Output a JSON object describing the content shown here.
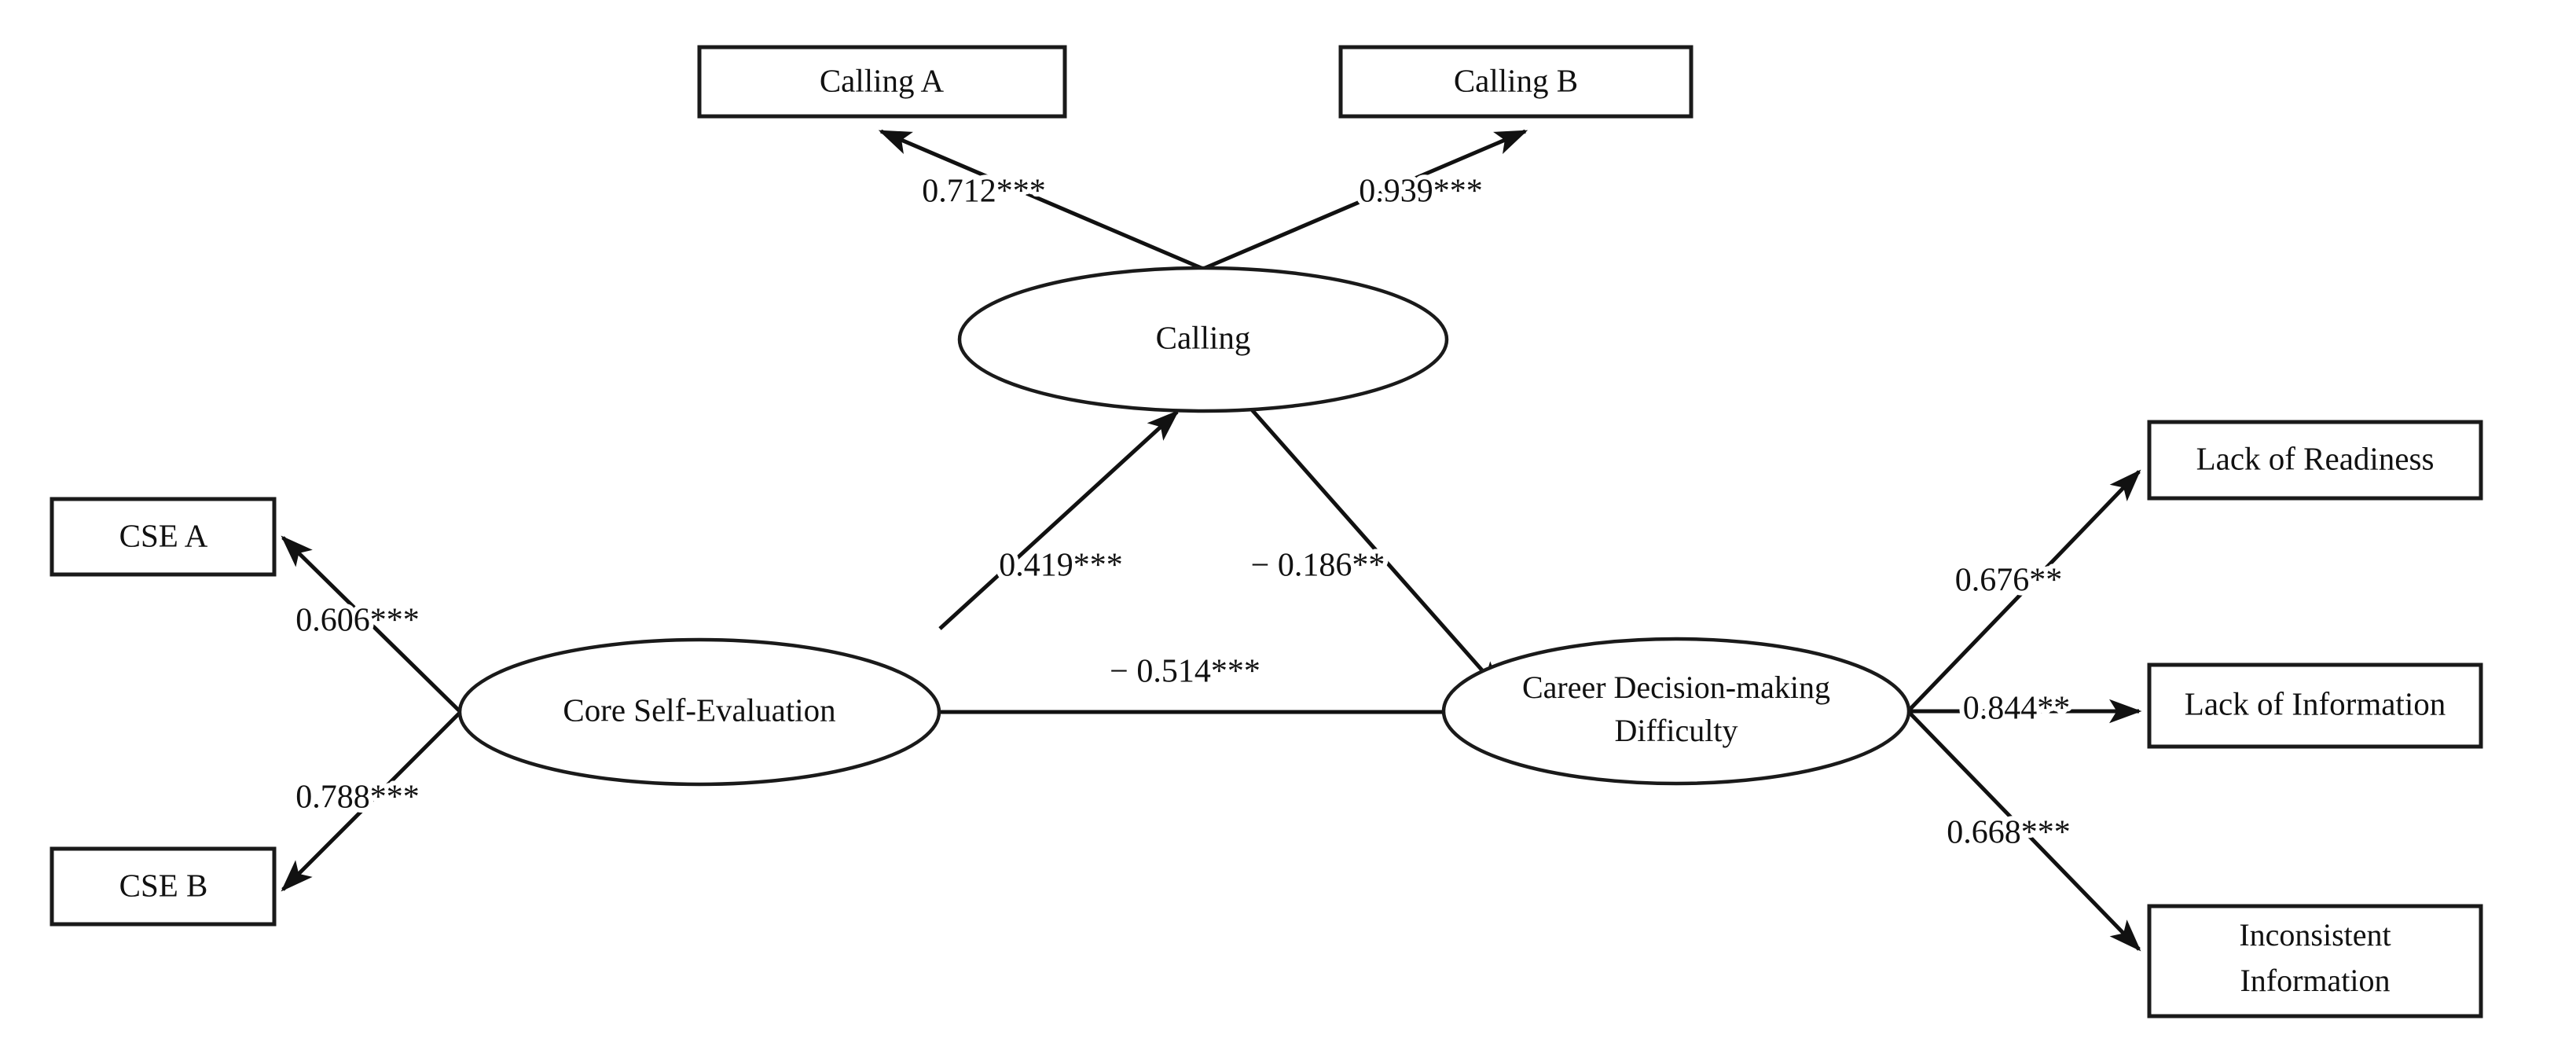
{
  "figure": {
    "type": "sem-path-diagram",
    "title": "",
    "background_color": "#ffffff",
    "line_color": "#111111",
    "node_fill": "#ffffff"
  },
  "nodes": {
    "observed": [
      {
        "id": "calling_a",
        "label": "Calling A",
        "shape": "rectangle"
      },
      {
        "id": "calling_b",
        "label": "Calling B",
        "shape": "rectangle"
      },
      {
        "id": "cse_a",
        "label": "CSE A",
        "shape": "rectangle"
      },
      {
        "id": "cse_b",
        "label": "CSE B",
        "shape": "rectangle"
      },
      {
        "id": "lack_readiness",
        "label": "Lack of Readiness",
        "shape": "rectangle"
      },
      {
        "id": "lack_information",
        "label": "Lack of Information",
        "shape": "rectangle"
      },
      {
        "id": "inconsistent_information",
        "label_line1": "Inconsistent",
        "label_line2": "Information",
        "shape": "rectangle"
      }
    ],
    "latent": [
      {
        "id": "calling",
        "label": "Calling",
        "shape": "ellipse"
      },
      {
        "id": "cse",
        "label": "Core Self-Evaluation",
        "shape": "ellipse"
      },
      {
        "id": "cdmd",
        "label_line1": "Career Decision-making",
        "label_line2": "Difficulty",
        "shape": "ellipse"
      }
    ]
  },
  "paths": [
    {
      "id": "calling_to_calling_a",
      "from": "calling",
      "to": "calling_a",
      "coefficient": "0.712***",
      "value": 0.712,
      "significance": "***"
    },
    {
      "id": "calling_to_calling_b",
      "from": "calling",
      "to": "calling_b",
      "coefficient": "0.939***",
      "value": 0.939,
      "significance": "***"
    },
    {
      "id": "cse_to_cse_a",
      "from": "cse",
      "to": "cse_a",
      "coefficient": "0.606***",
      "value": 0.606,
      "significance": "***"
    },
    {
      "id": "cse_to_cse_b",
      "from": "cse",
      "to": "cse_b",
      "coefficient": "0.788***",
      "value": 0.788,
      "significance": "***"
    },
    {
      "id": "cse_to_calling",
      "from": "cse",
      "to": "calling",
      "coefficient": "0.419***",
      "value": 0.419,
      "significance": "***"
    },
    {
      "id": "calling_to_cdmd",
      "from": "calling",
      "to": "cdmd",
      "coefficient": "− 0.186**",
      "value": -0.186,
      "significance": "**"
    },
    {
      "id": "cse_to_cdmd",
      "from": "cse",
      "to": "cdmd",
      "coefficient": "− 0.514***",
      "value": -0.514,
      "significance": "***"
    },
    {
      "id": "cdmd_to_lack_readiness",
      "from": "cdmd",
      "to": "lack_readiness",
      "coefficient": "0.676**",
      "value": 0.676,
      "significance": "**"
    },
    {
      "id": "cdmd_to_lack_information",
      "from": "cdmd",
      "to": "lack_information",
      "coefficient": "0.844**",
      "value": 0.844,
      "significance": "**"
    },
    {
      "id": "cdmd_to_inconsistent_information",
      "from": "cdmd",
      "to": "inconsistent_information",
      "coefficient": "0.668***",
      "value": 0.668,
      "significance": "***"
    }
  ]
}
